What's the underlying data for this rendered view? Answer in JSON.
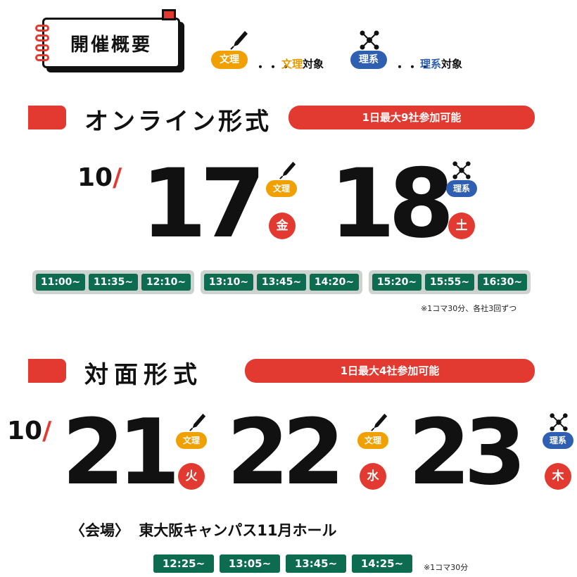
{
  "header": {
    "title": "開催概要"
  },
  "legend": {
    "bunri_label": "文理",
    "bunri_text_a": "文理",
    "bunri_text_b": "対象",
    "rikei_label": "理系",
    "rikei_text_a": "理系",
    "rikei_text_b": "対象",
    "dots": "・・・"
  },
  "online": {
    "title": "オンライン形式",
    "bar": "1日最大9社参加可能",
    "month": "10",
    "slash": "/",
    "dates": [
      {
        "day": "17",
        "weekday": "金",
        "tag": "文理"
      },
      {
        "day": "18",
        "weekday": "土",
        "tag": "理系"
      }
    ],
    "slot_groups": [
      [
        "11:00~",
        "11:35~",
        "12:10~"
      ],
      [
        "13:10~",
        "13:45~",
        "14:20~"
      ],
      [
        "15:20~",
        "15:55~",
        "16:30~"
      ]
    ],
    "note": "※1コマ30分、各社3回ずつ"
  },
  "offline": {
    "title": "対面形式",
    "bar": "1日最大4社参加可能",
    "month": "10",
    "slash": "/",
    "dates": [
      {
        "day": "21",
        "weekday": "火",
        "tag": "文理"
      },
      {
        "day": "22",
        "weekday": "水",
        "tag": "文理"
      },
      {
        "day": "23",
        "weekday": "木",
        "tag": "理系"
      }
    ],
    "venue_label": "〈会場〉",
    "venue": "東大阪キャンパス11月ホール",
    "slots": [
      "12:25~",
      "13:05~",
      "13:45~",
      "14:25~"
    ],
    "note": "※1コマ30分"
  },
  "colors": {
    "red": "#e23a30",
    "orange": "#f0a000",
    "blue": "#2f5fb0",
    "green": "#0d6b4f"
  }
}
